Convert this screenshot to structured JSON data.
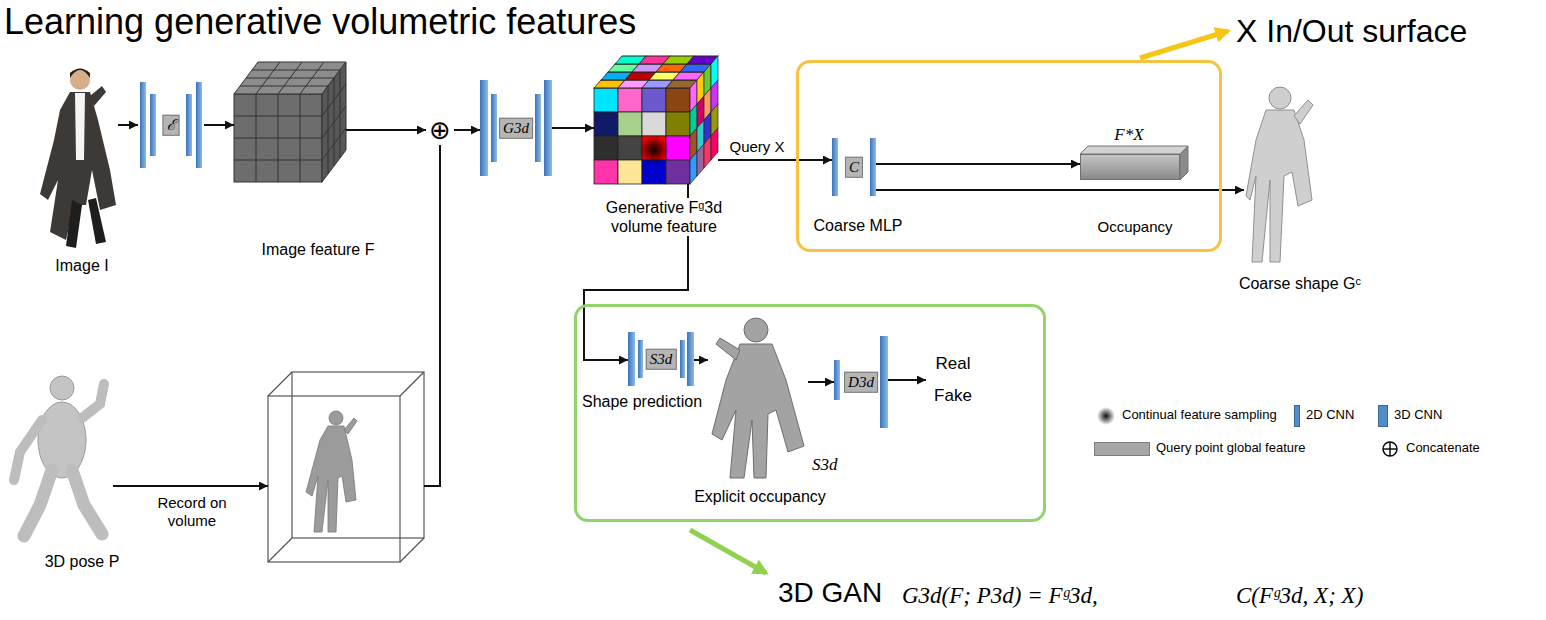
{
  "diagram": {
    "title": "Learning generative volumetric features",
    "nodes": [
      {
        "text": [
          "Image I"
        ]
      },
      {
        "text": [
          "ℰ"
        ]
      },
      {
        "text": [
          "Image feature F"
        ]
      },
      {
        "text": [
          "⊕"
        ]
      },
      {
        "text": [
          "G3d"
        ]
      },
      {
        "text": [
          "Generative Fᵍ3d volume feature"
        ]
      },
      {
        "text": [
          "X In/Out surface"
        ]
      },
      {
        "text": [
          "C",
          "Coarse MLP"
        ],
        "in": 6
      },
      {
        "text": [
          "F*X"
        ],
        "in": 6
      },
      {
        "text": [
          "Coarse shape Gᶜ"
        ]
      },
      {
        "text": [
          "3D pose P"
        ]
      },
      {
        "text": []
      },
      {
        "text": [
          "3D GAN"
        ]
      },
      {
        "text": [
          "S3d",
          "Shape prediction"
        ],
        "in": 12
      },
      {
        "text": [
          "S3d",
          "Explicit occupancy"
        ],
        "in": 12
      },
      {
        "text": [
          "D3d"
        ],
        "in": 12
      },
      {
        "text": [
          "Real Fake"
        ],
        "in": 12
      }
    ],
    "edges": [
      {
        "from": 0,
        "to": 1,
        "arrow": "to"
      },
      {
        "from": 1,
        "to": 2,
        "arrow": "to"
      },
      {
        "from": 2,
        "to": 3,
        "arrow": "to"
      },
      {
        "from": 3,
        "to": 4,
        "arrow": "to"
      },
      {
        "from": 4,
        "to": 5,
        "arrow": "to"
      },
      {
        "from": 5,
        "to": 7,
        "label": "Query X",
        "arrow": "to"
      },
      {
        "from": 7,
        "to": 8,
        "arrow": "to"
      },
      {
        "from": 7,
        "to": 9,
        "label": "Occupancy",
        "arrow": "to"
      },
      {
        "from": 10,
        "to": 11,
        "label": "Record on volume",
        "arrow": "to"
      },
      {
        "from": 11,
        "to": 3,
        "arrow": "none"
      },
      {
        "from": 5,
        "to": 13,
        "arrow": "to"
      },
      {
        "from": 13,
        "to": 14,
        "arrow": "to"
      },
      {
        "from": 14,
        "to": 15,
        "arrow": "to"
      },
      {
        "from": 15,
        "to": 16,
        "arrow": "to"
      }
    ],
    "labels": [
      "G3d(F; P3d) = Fᵍ3d,",
      "C(Fᵍ3d, X; X)"
    ],
    "legend": [
      {
        "text": "Continual feature sampling"
      },
      {
        "text": "2D CNN",
        "color": "#4f8cc9"
      },
      {
        "text": "3D CNN",
        "color": "#4f8cc9"
      },
      {
        "text": "Query point global feature",
        "color": "#a6a6a6"
      },
      {
        "text": "Concatenate"
      }
    ]
  }
}
